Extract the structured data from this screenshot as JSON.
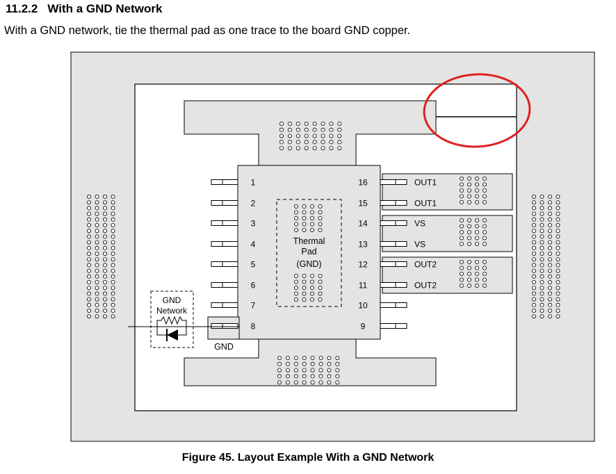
{
  "section": {
    "number": "11.2.2",
    "title": "With a GND Network",
    "text": "With a GND network, tie the thermal pad as one trace to the board GND copper."
  },
  "figure": {
    "caption": "Figure 45.  Layout Example With a GND Network",
    "pins_left": [
      "1",
      "2",
      "3",
      "4",
      "5",
      "6",
      "7",
      "8"
    ],
    "pins_right": [
      "16",
      "15",
      "14",
      "13",
      "12",
      "11",
      "10",
      "9"
    ],
    "right_pin_labels": [
      "OUT1",
      "OUT1",
      "VS",
      "VS",
      "OUT2",
      "OUT2"
    ],
    "thermal_pad_label": [
      "Thermal",
      "Pad",
      "(GND)"
    ],
    "gnd_network_label": [
      "GND",
      "Network"
    ],
    "gnd_label": "GND",
    "colors": {
      "board": "#e4e4e4",
      "copper": "#e4e4e4",
      "outline": "#000000",
      "highlight_circle": "#e02020"
    }
  }
}
